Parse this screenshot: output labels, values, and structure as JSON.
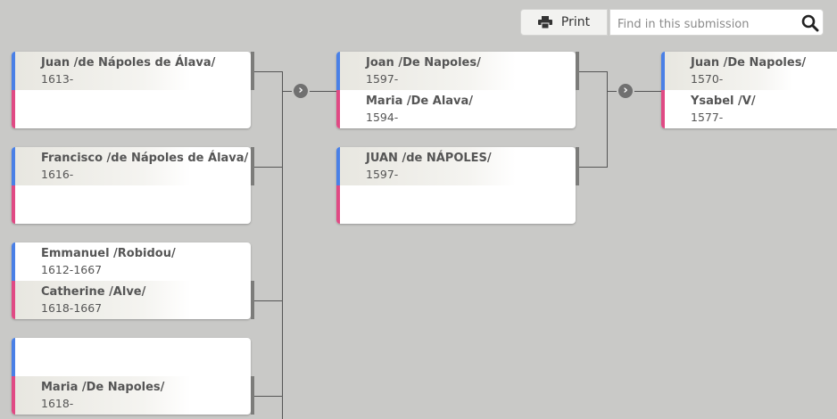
{
  "toolbar": {
    "print_label": "Print",
    "search_placeholder": "Find in this submission",
    "icons": {
      "print": "printer-icon",
      "search": "search-icon"
    }
  },
  "colors": {
    "male": "#4a80e6",
    "female": "#e04a84",
    "background": "#c9c9c7"
  },
  "tree": {
    "gen1": [
      {
        "top": {
          "name": "Juan /de Nápoles de Álava/",
          "dates": "1613-"
        },
        "bottom": {
          "name": "",
          "dates": ""
        }
      },
      {
        "top": {
          "name": "Francisco /de Nápoles de Álava/",
          "dates": "1616-"
        },
        "bottom": {
          "name": "",
          "dates": ""
        }
      },
      {
        "top": {
          "name": "Emmanuel /Robidou/",
          "dates": "1612-1667"
        },
        "bottom": {
          "name": "Catherine /Alve/",
          "dates": "1618-1667"
        }
      },
      {
        "top": {
          "name": "",
          "dates": ""
        },
        "bottom": {
          "name": "Maria /De Napoles/",
          "dates": "1618-"
        }
      }
    ],
    "gen2": [
      {
        "top": {
          "name": "Joan /De Napoles/",
          "dates": "1597-"
        },
        "bottom": {
          "name": "Maria /De Alava/",
          "dates": "1594-"
        }
      },
      {
        "top": {
          "name": "JUAN /de NÁPOLES/",
          "dates": "1597-"
        },
        "bottom": {
          "name": "",
          "dates": ""
        }
      }
    ],
    "gen3": [
      {
        "top": {
          "name": "Juan /De Napoles/",
          "dates": "1570-"
        },
        "bottom": {
          "name": "Ysabel /V/",
          "dates": "1577-"
        }
      }
    ]
  }
}
